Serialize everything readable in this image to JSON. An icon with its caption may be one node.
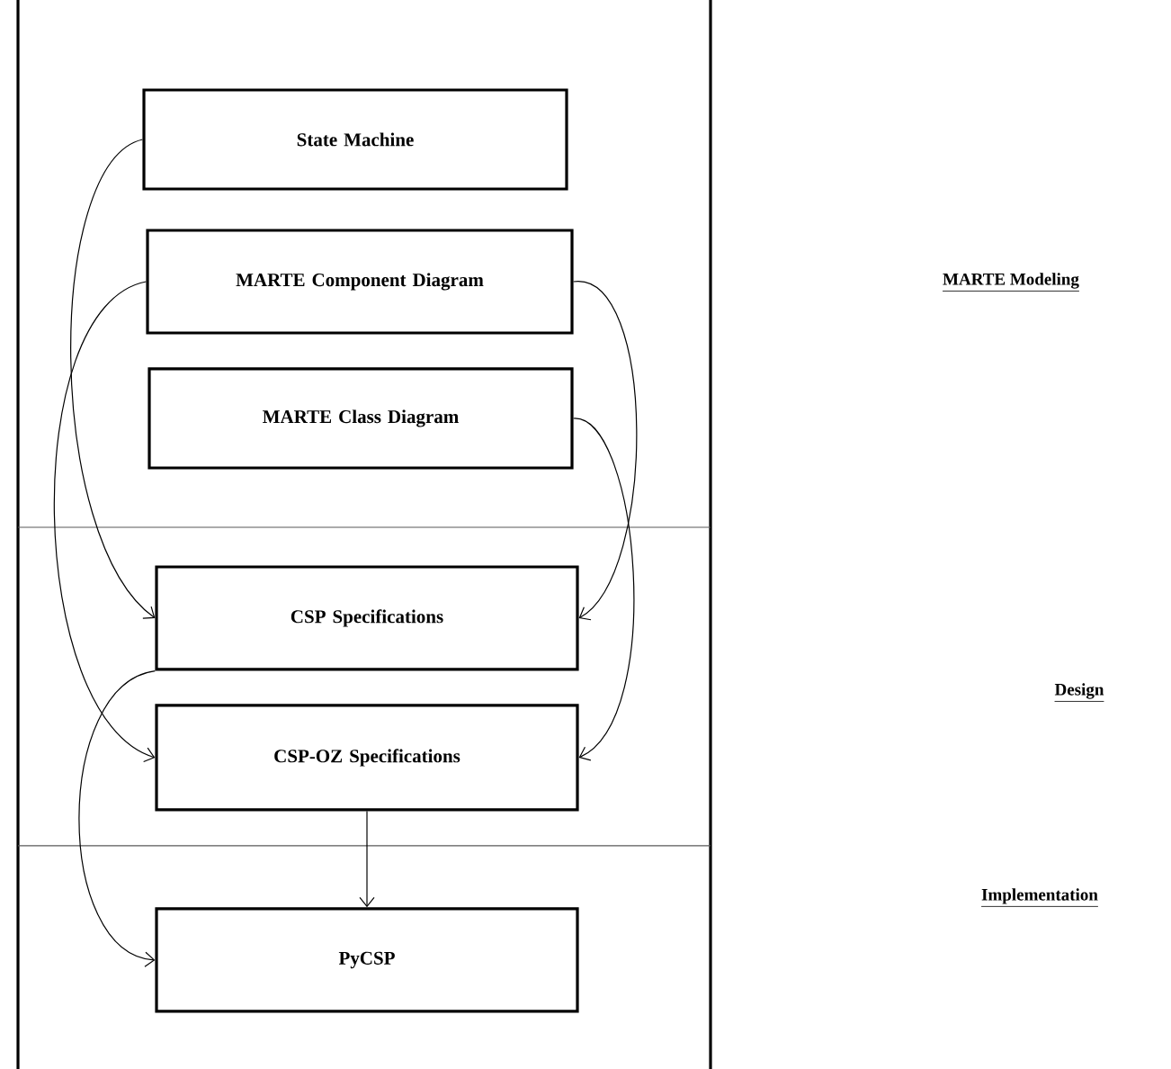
{
  "diagram": {
    "nodes": [
      {
        "text": [
          "State Machine"
        ]
      },
      {
        "text": [
          "MARTE Component Diagram"
        ]
      },
      {
        "text": [
          "MARTE Class Diagram"
        ]
      },
      {
        "text": [
          "CSP Specifications"
        ]
      },
      {
        "text": [
          "CSP-OZ Specifications"
        ]
      },
      {
        "text": [
          "PyCSP"
        ]
      }
    ],
    "edges": [
      {
        "from": 0,
        "to": 3,
        "arrow": "to"
      },
      {
        "from": 1,
        "to": 4,
        "arrow": "to"
      },
      {
        "from": 1,
        "to": 3,
        "arrow": "to"
      },
      {
        "from": 2,
        "to": 4,
        "arrow": "to"
      },
      {
        "from": 3,
        "to": 5,
        "arrow": "to"
      },
      {
        "from": 4,
        "to": 5,
        "arrow": "to"
      }
    ],
    "labels": [
      "MARTE Modeling",
      "Design",
      "Implementation"
    ]
  }
}
